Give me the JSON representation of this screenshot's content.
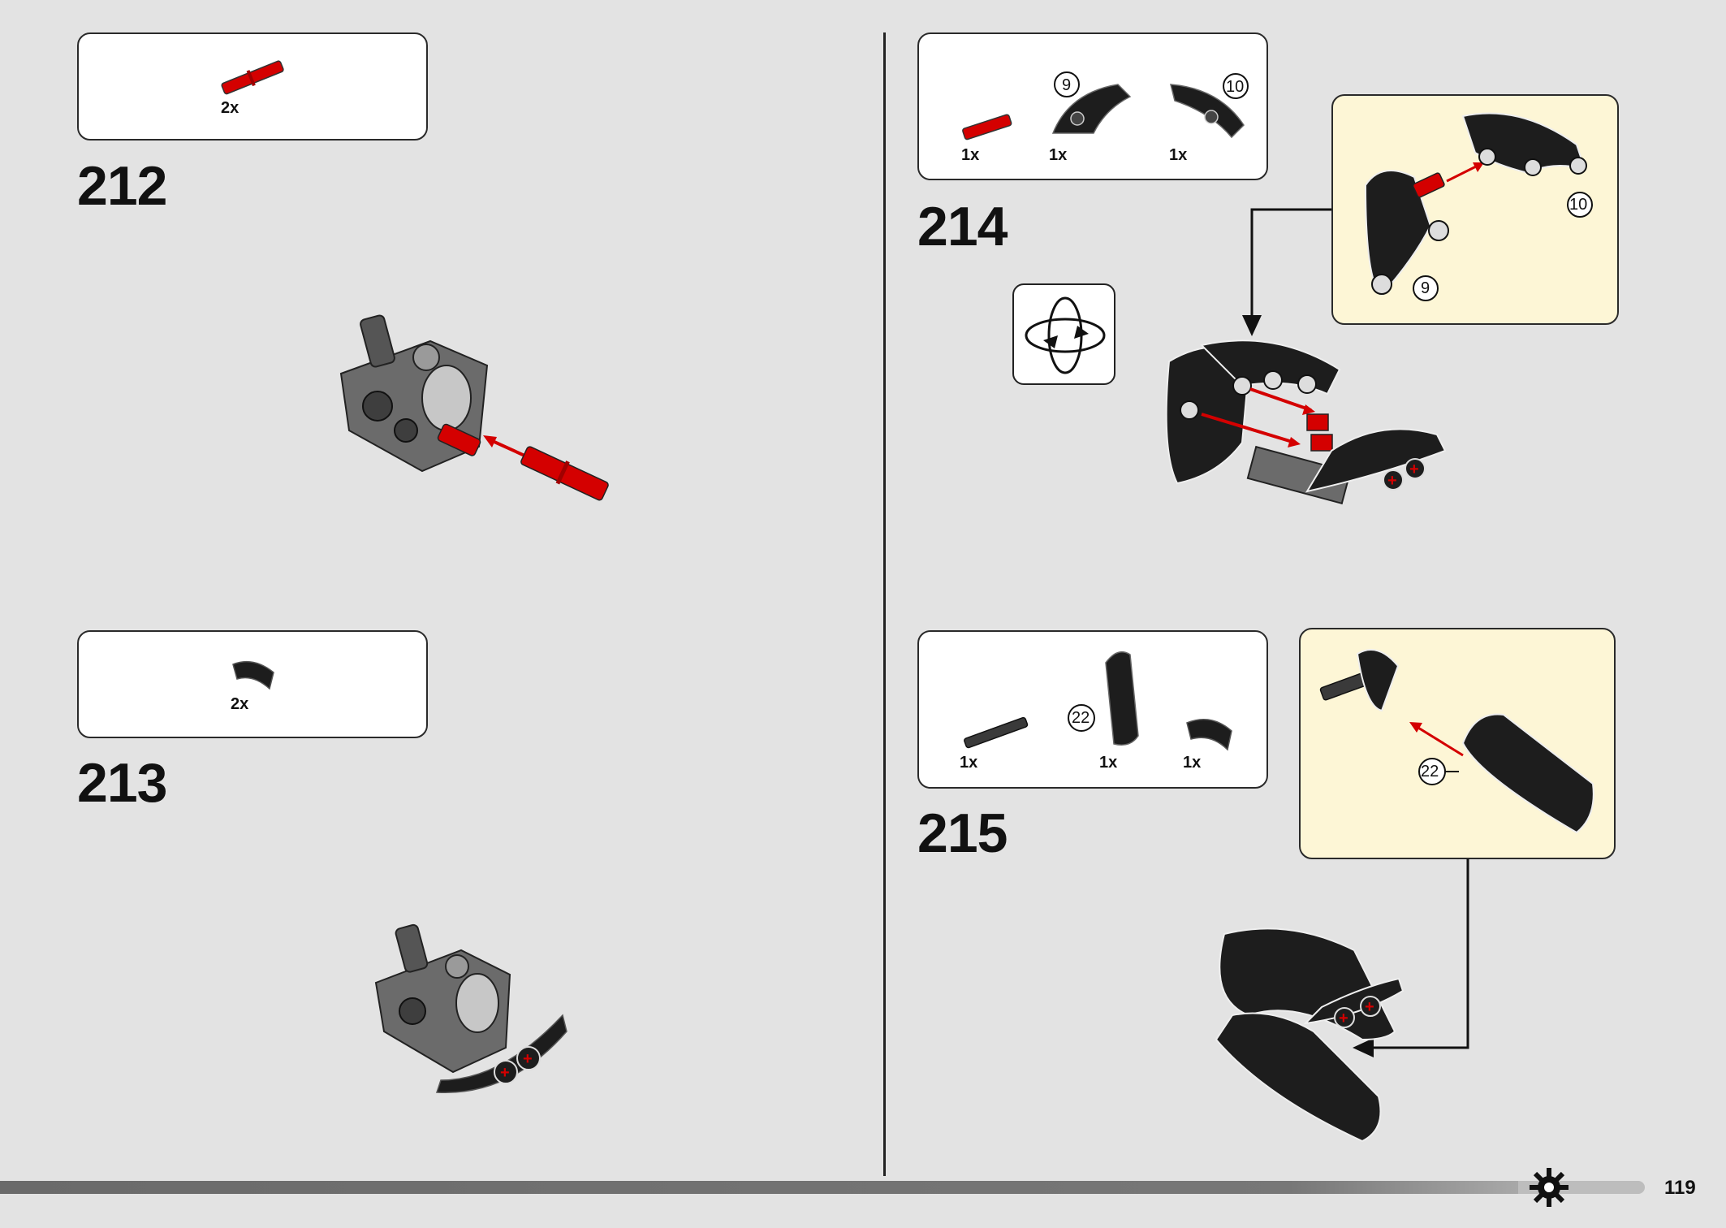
{
  "page_number": "119",
  "steps": [
    {
      "number": "212",
      "parts": [
        {
          "qty": "2x"
        }
      ]
    },
    {
      "number": "213",
      "parts": [
        {
          "qty": "2x"
        }
      ]
    },
    {
      "number": "214",
      "parts": [
        {
          "qty": "1x"
        },
        {
          "qty": "1x",
          "element_id": "9"
        },
        {
          "qty": "1x",
          "element_id": "10"
        }
      ],
      "callout_labels": [
        "10",
        "9"
      ]
    },
    {
      "number": "215",
      "parts": [
        {
          "qty": "1x"
        },
        {
          "qty": "1x",
          "element_id": "22"
        },
        {
          "qty": "1x"
        }
      ],
      "callout_labels": [
        "22"
      ]
    }
  ],
  "colors": {
    "page_bg": "#e3e3e3",
    "callout_bg": "#fdf6d6",
    "pin_red": "#d40000",
    "part_black": "#1d1d1d",
    "part_gray": "#6b6b6b"
  },
  "icons": [
    "rotate-model-icon",
    "gear-icon"
  ]
}
